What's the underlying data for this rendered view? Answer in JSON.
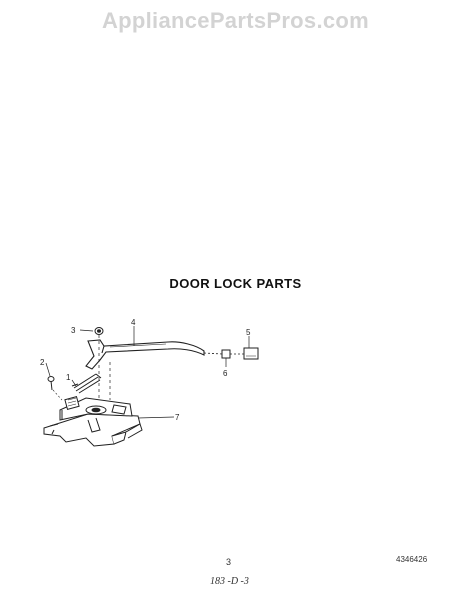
{
  "watermark": "AppliancePartsPros.com",
  "title": "DOOR LOCK PARTS",
  "callouts": [
    "1",
    "2",
    "3",
    "4",
    "5",
    "6",
    "7"
  ],
  "page_number": "3",
  "part_code": "4346426",
  "footer_code": "183 -D -3"
}
